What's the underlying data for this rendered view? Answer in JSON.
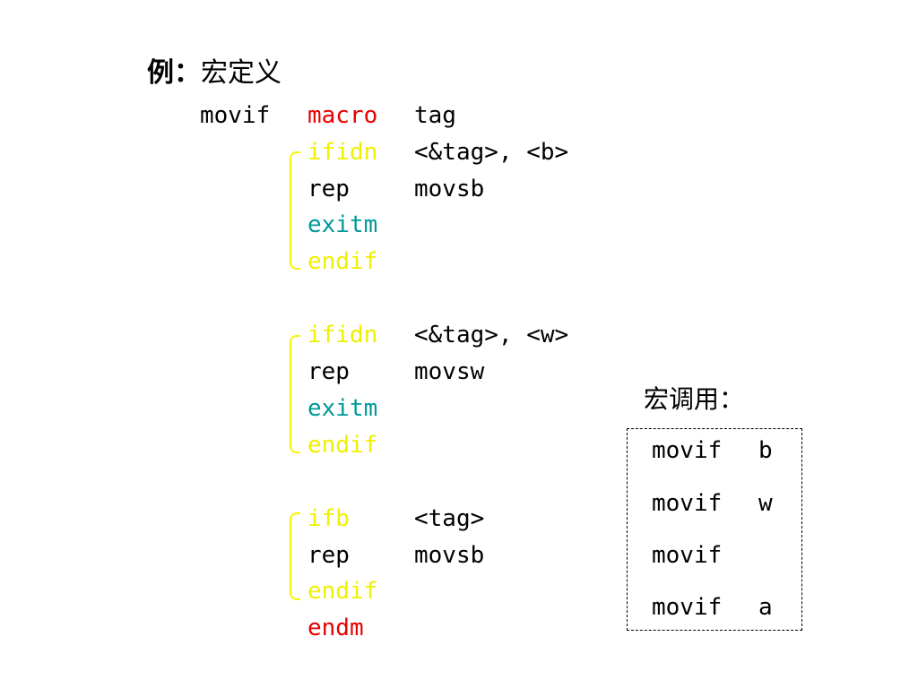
{
  "heading": {
    "label": "例：",
    "title": "宏定义"
  },
  "colors": {
    "keyword_red": "#e60000",
    "directive_yellow": "#f0f000",
    "exitm_teal": "#009999",
    "text": "#000000",
    "brace": "#f7f700"
  },
  "definition": {
    "name": "movif",
    "macro_kw": "macro",
    "param": "tag",
    "blocks": [
      {
        "lines": [
          {
            "op": "ifidn",
            "arg": "<&tag>, <b>"
          },
          {
            "op": "rep",
            "arg": "movsb"
          },
          {
            "op": "exitm",
            "arg": ""
          },
          {
            "op": "endif",
            "arg": ""
          }
        ]
      },
      {
        "lines": [
          {
            "op": "ifidn",
            "arg": "<&tag>, <w>"
          },
          {
            "op": "rep",
            "arg": "movsw"
          },
          {
            "op": "exitm",
            "arg": ""
          },
          {
            "op": "endif",
            "arg": ""
          }
        ]
      },
      {
        "lines": [
          {
            "op": "ifb",
            "arg": "<tag>"
          },
          {
            "op": "rep",
            "arg": "movsb"
          },
          {
            "op": "endif",
            "arg": ""
          }
        ]
      }
    ],
    "end_kw": "endm"
  },
  "calls": {
    "title": "宏调用：",
    "items": [
      {
        "name": "movif",
        "arg": "b"
      },
      {
        "name": "movif",
        "arg": "w"
      },
      {
        "name": "movif",
        "arg": ""
      },
      {
        "name": "movif",
        "arg": "a"
      }
    ]
  }
}
